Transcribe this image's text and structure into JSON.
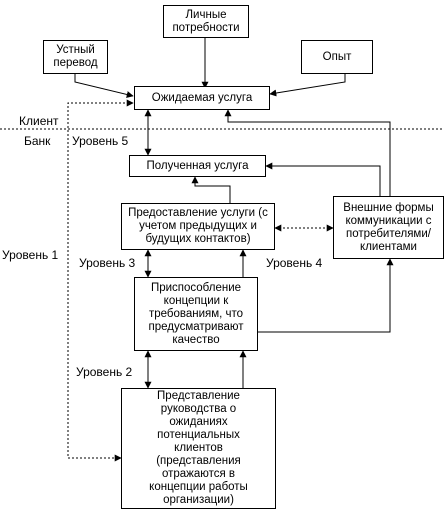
{
  "boxes": {
    "personal_needs": "Личные потребности",
    "oral_translation": "Устный перевод",
    "experience": "Опыт",
    "expected_service": "Ожидаемая услуга",
    "received_service": "Полученная услуга",
    "service_delivery": "Предоставление услуги (с учетом предыдущих и будущих контактов)",
    "external_comm": "Внешние формы коммуникации с потребителями/ клиентами",
    "concept_adaptation": "Приспособление концепции к требованиям, что предусматривают качество",
    "management_perception": "Представление руководства о ожиданиях потенциальных клиентов (представления отражаются в концепции работы организации)"
  },
  "labels": {
    "client": "Клиент",
    "bank": "Банк",
    "level1": "Уровень 1",
    "level2": "Уровень 2",
    "level3": "Уровень 3",
    "level4": "Уровень 4",
    "level5": "Уровень 5"
  }
}
